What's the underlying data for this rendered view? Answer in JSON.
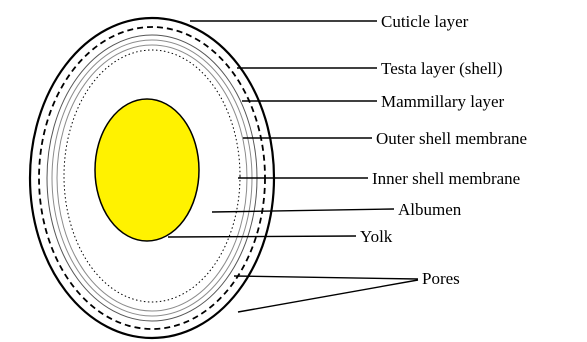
{
  "diagram": {
    "labels": {
      "cuticle_layer": "Cuticle layer",
      "testa_layer": "Testa layer (shell)",
      "mammillary_layer": "Mammillary layer",
      "outer_shell_membrane": "Outer shell membrane",
      "inner_shell_membrane": "Inner shell membrane",
      "albumen": "Albumen",
      "yolk": "Yolk",
      "pores": "Pores"
    },
    "colors": {
      "yolk_fill": "#fff200",
      "outline": "#000000",
      "membrane_grey": "#8c8c8c",
      "background": "#ffffff"
    }
  }
}
